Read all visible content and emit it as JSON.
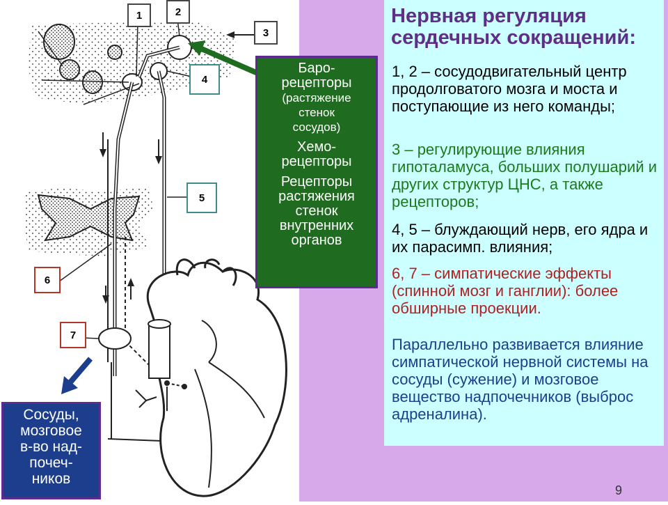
{
  "title": "Нервная регуляция сердечных сокращений:",
  "labels": {
    "n1": "1",
    "n2": "2",
    "n3": "3",
    "n4": "4",
    "n5": "5",
    "n6": "6",
    "n7": "7"
  },
  "receptors": {
    "baro_l1": "Баро-",
    "baro_l2": "рецепторы",
    "baro_l3": "(растяжение",
    "baro_l4": "стенок",
    "baro_l5": "сосудов)",
    "chemo_l1": "Хемо-",
    "chemo_l2": "рецепторы",
    "stretch_l1": "Рецепторы",
    "stretch_l2": "растяжения",
    "stretch_l3": "стенок",
    "stretch_l4": "внутренних",
    "stretch_l5": "органов"
  },
  "vessels": {
    "l1": "Сосуды,",
    "l2": "мозговое",
    "l3": "в-во над-",
    "l4": "почеч-",
    "l5": "ников"
  },
  "items": [
    {
      "text": "1, 2 – сосудодвигательный центр продолговатого мозга и моста и поступающие из него команды;",
      "color": "#000000"
    },
    {
      "text": "3 – регулирующие влияния гипоталамуса, больших полушарий и других структур ЦНС, а также рецепторов;",
      "color": "#1b7a1b"
    },
    {
      "text": "4, 5 – блуждающий нерв, его ядра и их парасимп. влияния;",
      "color": "#000000"
    },
    {
      "text": "6, 7 – симпатические эффекты (спинной мозг и ганглии): более обширные проекции.",
      "color": "#b02020"
    },
    {
      "text": "Параллельно развивается влияние симпатической нервной системы на сосуды (сужение) и мозговое вещество надпочечников (выброс адреналина).",
      "color": "#1c3e8c"
    }
  ],
  "page_number": "9"
}
